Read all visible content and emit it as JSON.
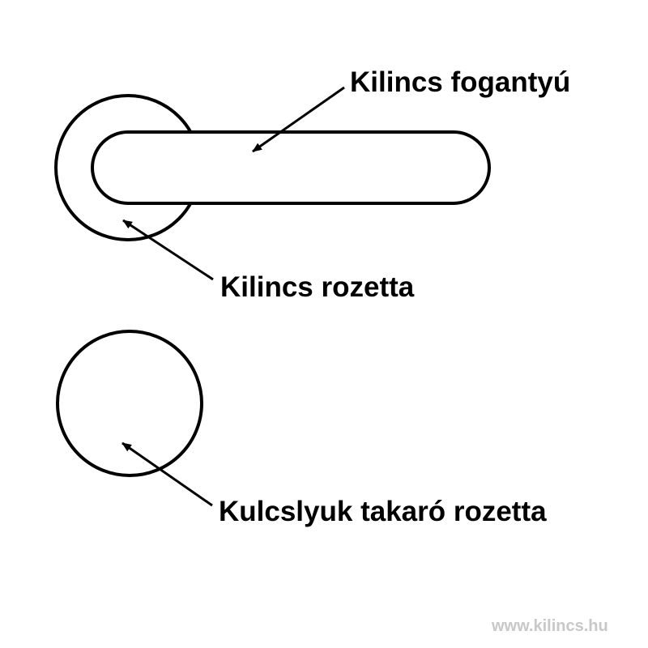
{
  "labels": {
    "handle": "Kilincs fogantyú",
    "handle_rosette": "Kilincs rozetta",
    "keyhole_rosette": "Kulcslyuk takaró rozetta"
  },
  "watermark": "www.kilincs.hu",
  "colors": {
    "stroke": "#000000",
    "background": "#ffffff",
    "watermark": "#c8c8c8"
  }
}
